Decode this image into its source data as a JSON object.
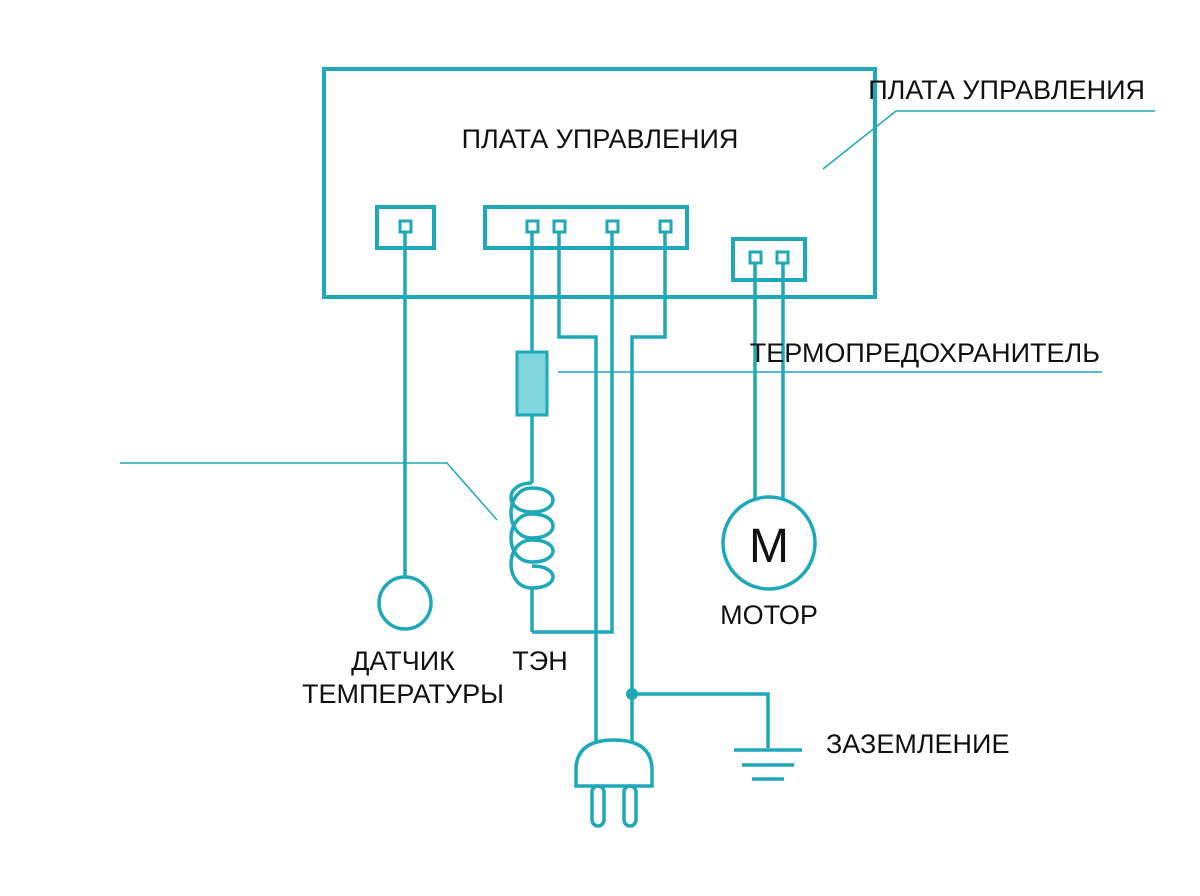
{
  "colors": {
    "wire": "#1fa8b8",
    "leader": "#1fa8b8",
    "fuse_fill": "#7fd6dc",
    "text": "#111111",
    "background": "#ffffff"
  },
  "labels": {
    "board_inner": "ПЛАТА УПРАВЛЕНИЯ",
    "board_callout": "ПЛАТА УПРАВЛЕНИЯ",
    "thermal_fuse": "ТЕРМОПРЕДОХРАНИТЕЛЬ",
    "sensor_line1": "ДАТЧИК",
    "sensor_line2": "ТЕМПЕРАТУРЫ",
    "heater": "ТЭН",
    "motor_symbol": "М",
    "motor": "МОТОР",
    "ground": "ЗАЗЕМЛЕНИЕ"
  },
  "components": [
    {
      "name": "control-board",
      "icon": "rectangle-box"
    },
    {
      "name": "temperature-sensor",
      "icon": "circle-sensor"
    },
    {
      "name": "heating-element",
      "icon": "coil"
    },
    {
      "name": "thermal-fuse",
      "icon": "fuse-rect"
    },
    {
      "name": "motor",
      "icon": "motor-circle"
    },
    {
      "name": "ground",
      "icon": "ground-symbol"
    },
    {
      "name": "power-plug",
      "icon": "plug"
    }
  ]
}
